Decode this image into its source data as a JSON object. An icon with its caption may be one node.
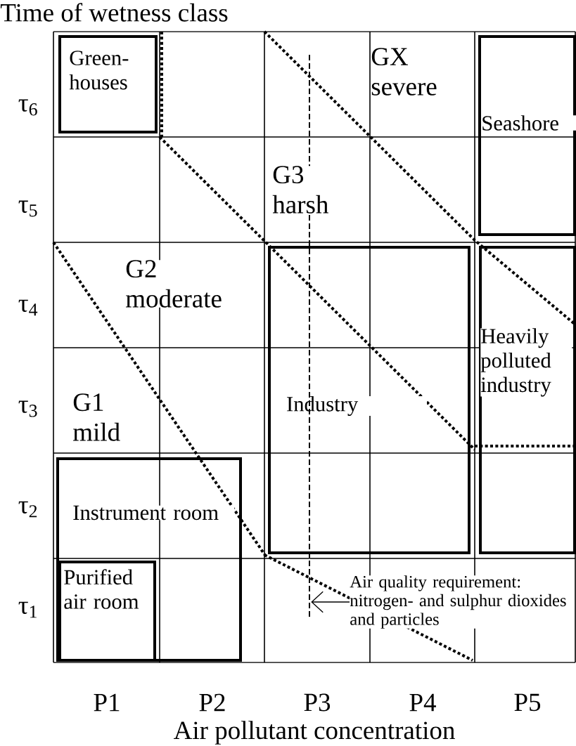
{
  "diagram": {
    "title": "Time of wetness class",
    "nodes": [
      {
        "text": [
          "Green- houses"
        ]
      },
      {
        "text": [
          "Seashore"
        ]
      },
      {
        "text": [
          "Industry"
        ]
      },
      {
        "text": [
          "Heavily polluted industry"
        ]
      },
      {
        "text": [
          "Instrument room"
        ]
      },
      {
        "text": [
          "Purified air room"
        ],
        "in": 4
      },
      {
        "text": [
          "Air quality requirement: nitrogen- and sulphur dioxides and particles"
        ]
      },
      {
        "text": [],
        "shape": "line"
      }
    ],
    "edges": [
      {
        "from": 6,
        "to": 7,
        "arrow": "to"
      }
    ],
    "labels": [
      "GX severe",
      "τ$_{6}$",
      "G3 harsh",
      "τ$_{5}$",
      "G2 moderate",
      "τ$_{4}$",
      "τ$_{3}$",
      "G1 mild",
      "τ$_{2}$",
      "τ$_{1}$",
      "P1",
      "P2",
      "P3",
      "P4",
      "P5",
      "Air pollutant concentration"
    ]
  }
}
